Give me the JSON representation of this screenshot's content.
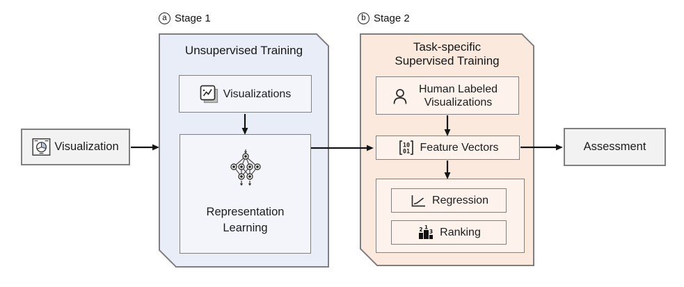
{
  "diagram": {
    "input": {
      "label": "Visualization"
    },
    "output": {
      "label": "Assessment"
    },
    "stage1": {
      "badge_letter": "a",
      "badge_label": "Stage 1",
      "title": "Unsupervised Training",
      "visualizations_label": "Visualizations",
      "representation_label": "Representation Learning"
    },
    "stage2": {
      "badge_letter": "b",
      "badge_label": "Stage 2",
      "title_line1": "Task-specific",
      "title_line2": "Supervised Training",
      "human_labeled_label": "Human Labeled Visualizations",
      "feature_vectors_label": "Feature Vectors",
      "regression_label": "Regression",
      "ranking_label": "Ranking"
    },
    "icons": {
      "matrix_rows": [
        "10",
        "01"
      ],
      "ranking_numbers": [
        "2",
        "1",
        "3"
      ]
    },
    "colors": {
      "stage1_fill": "#e9edf8",
      "stage1_inner_fill": "#f3f5fb",
      "stage2_fill": "#fbe9dd",
      "stage2_inner_fill": "#fdf3ec",
      "endpoint_fill": "#f2f2f2",
      "border": "#7f7f7f",
      "arrow": "#141414"
    }
  }
}
